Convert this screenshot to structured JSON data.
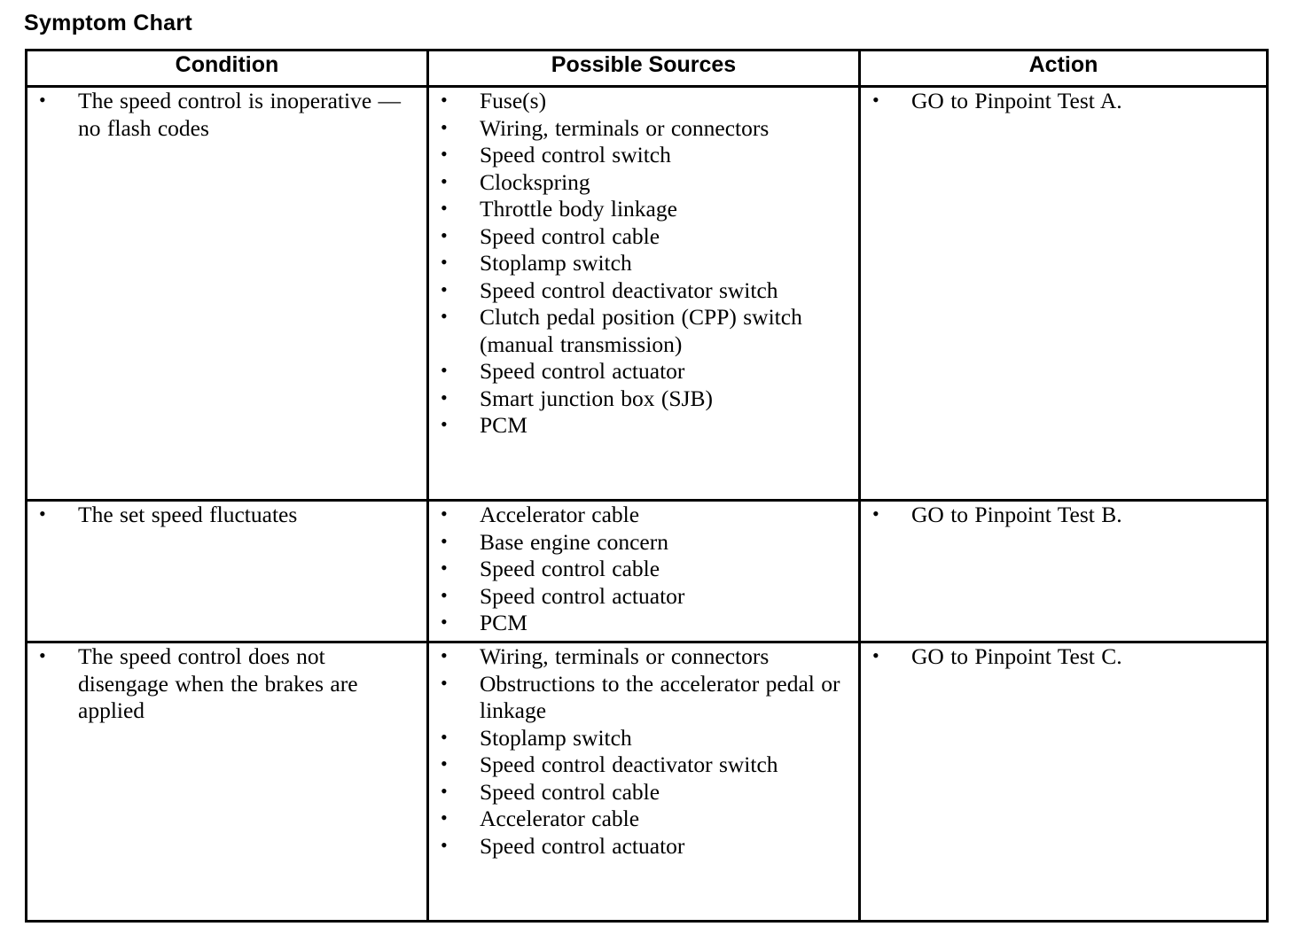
{
  "document": {
    "title": "Symptom Chart"
  },
  "table": {
    "headers": [
      {
        "label": "Condition"
      },
      {
        "label": "Possible Sources"
      },
      {
        "label": "Action"
      }
    ],
    "rows": [
      {
        "condition": [
          "The speed control is inoperative — no flash codes"
        ],
        "sources": [
          "Fuse(s)",
          "Wiring, terminals or connectors",
          "Speed control switch",
          "Clockspring",
          "Throttle body linkage",
          "Speed control cable",
          "Stoplamp switch",
          "Speed control deactivator switch",
          "Clutch pedal position (CPP) switch (manual transmission)",
          "Speed control actuator",
          "Smart junction box (SJB)",
          "PCM"
        ],
        "action": [
          "GO to Pinpoint Test A."
        ]
      },
      {
        "condition": [
          "The set speed fluctuates"
        ],
        "sources": [
          "Accelerator cable",
          "Base engine concern",
          "Speed control cable",
          "Speed control actuator",
          "PCM"
        ],
        "action": [
          "GO to Pinpoint Test B."
        ]
      },
      {
        "condition": [
          "The speed control does not disengage when the brakes are applied"
        ],
        "sources": [
          "Wiring, terminals or connectors",
          "Obstructions to the accelerator pedal or linkage",
          "Stoplamp switch",
          "Speed control deactivator switch",
          "Speed control cable",
          "Accelerator cable",
          "Speed control actuator"
        ],
        "action": [
          "GO to Pinpoint Test C."
        ]
      }
    ]
  },
  "colors": {
    "text": "#000000",
    "background": "#ffffff",
    "border": "#000000"
  }
}
